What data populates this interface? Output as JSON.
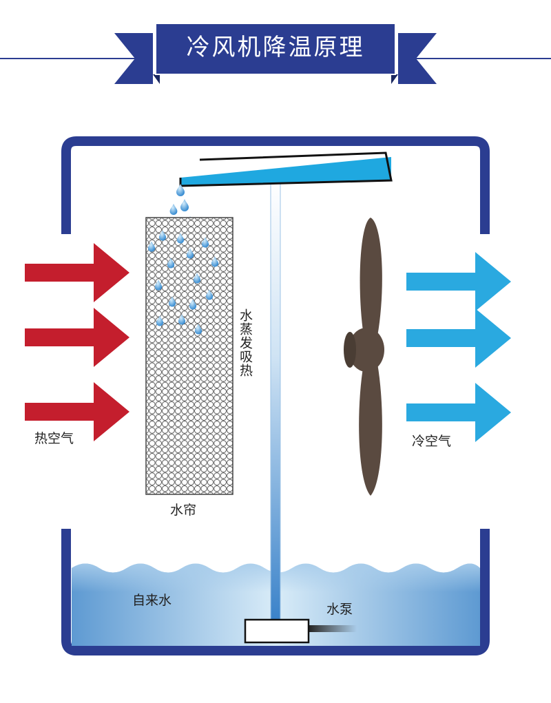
{
  "title": "冷风机降温原理",
  "labels": {
    "hot_air": "热空气",
    "cold_air": "冷空气",
    "water_curtain": "水帘",
    "evaporation": "水蒸发吸热",
    "tap_water": "自来水",
    "water_pump": "水泵"
  },
  "colors": {
    "banner": "#2b3d91",
    "frame": "#2b3d91",
    "hot_arrow": "#c41e2d",
    "cold_arrow": "#2aa9e0",
    "fan": "#5a4a40",
    "water": "#6fa8d8",
    "gutter_water": "#1fa8e0"
  }
}
